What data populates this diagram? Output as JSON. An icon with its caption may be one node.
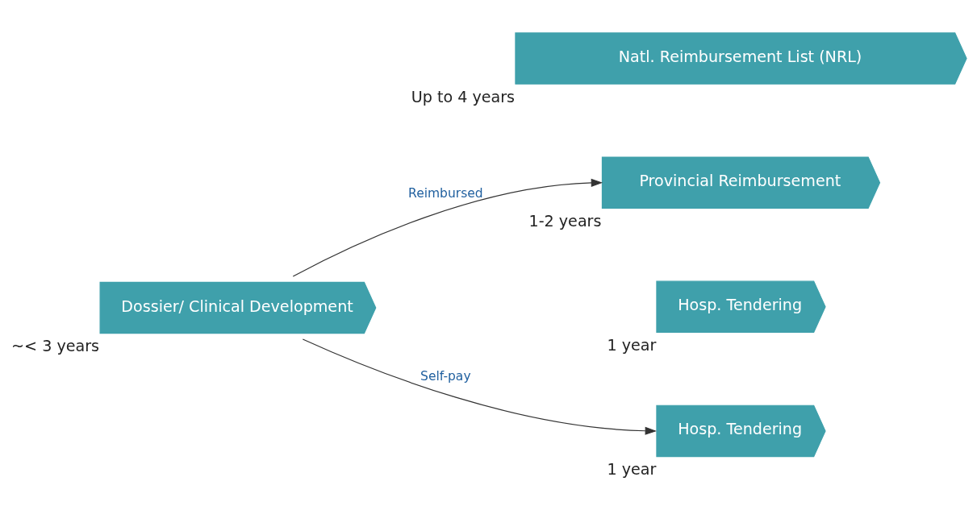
{
  "diagram": {
    "nodes": [
      {
        "text": [
          "Dossier/ Clinical Development"
        ],
        "beside": [
          "~< 3 years"
        ]
      },
      {
        "text": [
          "Natl. Reimbursement List (NRL)"
        ],
        "beside": [
          "Up to 4 years"
        ]
      },
      {
        "text": [
          "Provincial Reimbursement"
        ],
        "beside": [
          "1-2 years"
        ]
      },
      {
        "text": [
          "Hosp. Tendering"
        ],
        "beside": [
          "1 year"
        ]
      },
      {
        "text": [
          "Hosp. Tendering"
        ],
        "beside": [
          "1 year"
        ]
      }
    ],
    "edges": [
      {
        "from": 0,
        "to": 2,
        "arrow": "to",
        "label": "Reimbursed"
      },
      {
        "from": 0,
        "to": 4,
        "arrow": "to",
        "label": "Self-pay"
      }
    ]
  }
}
